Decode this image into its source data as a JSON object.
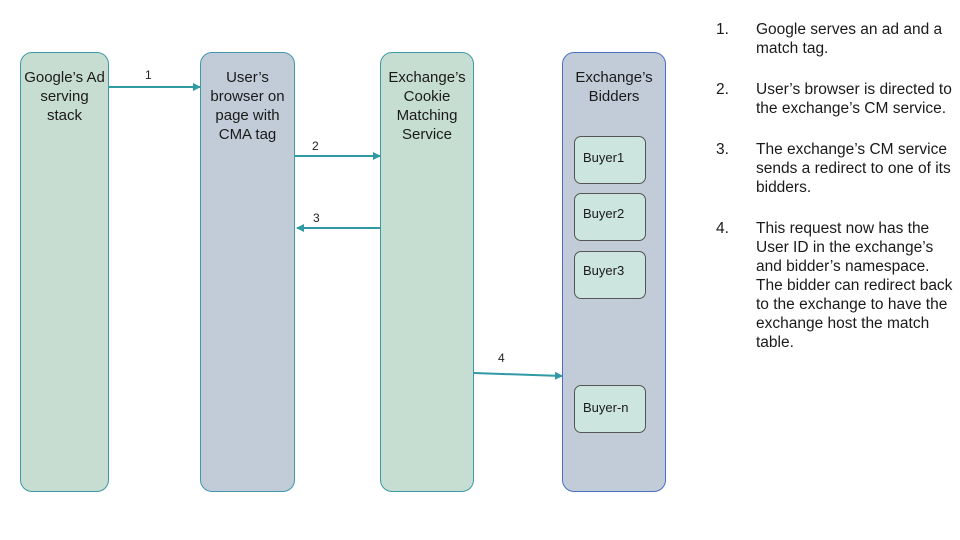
{
  "columns": [
    {
      "label": "Google’s Ad serving stack"
    },
    {
      "label": "User’s browser on page with CMA tag"
    },
    {
      "label": "Exchange’s Cookie Matching Service"
    },
    {
      "label": "Exchange’s Bidders"
    }
  ],
  "buyers": [
    "Buyer1",
    "Buyer2",
    "Buyer3",
    "Buyer-n"
  ],
  "arrows": [
    "1",
    "2",
    "3",
    "4"
  ],
  "steps": [
    {
      "num": "1.",
      "text": "Google serves an ad and a match tag."
    },
    {
      "num": "2.",
      "text": "User’s browser is directed to the exchange’s CM service."
    },
    {
      "num": "3.",
      "text": "The exchange’s CM service sends a redirect to one of its bidders."
    },
    {
      "num": "4.",
      "text": "This request now has the User ID in the exchange’s and bidder’s namespace. The bidder can redirect back to the exchange to have the exchange host the match table."
    }
  ],
  "colors": {
    "arrow": "#2f9aa4",
    "column_border": "#3d9aa6"
  }
}
